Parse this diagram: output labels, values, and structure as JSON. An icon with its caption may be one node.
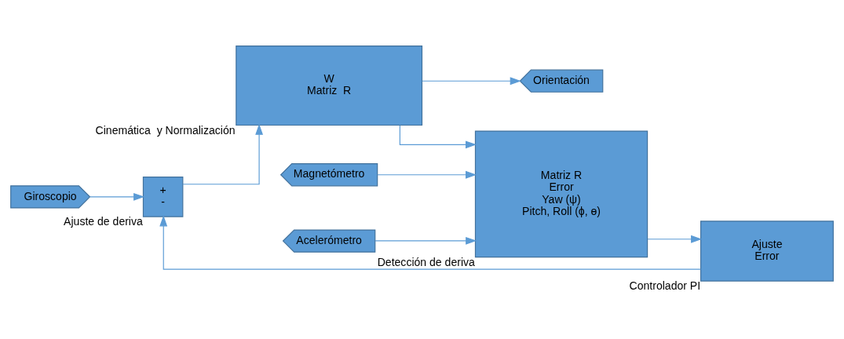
{
  "diagram": {
    "nodes": [
      {
        "text": [
          "Giroscopio"
        ]
      },
      {
        "text": [
          "+",
          "-"
        ],
        "beside": [
          "Ajuste de deriva"
        ]
      },
      {
        "text": [
          "W",
          "Matriz  R"
        ],
        "beside": [
          "Cinemática  y Normalización"
        ]
      },
      {
        "text": [
          "Orientación"
        ]
      },
      {
        "text": [
          "Matriz R",
          "Error",
          "Yaw (ψ)",
          "Pitch, Roll (ϕ, ɵ)"
        ],
        "beside": [
          "Detección de deriva"
        ]
      },
      {
        "text": [
          "Ajuste",
          "Error"
        ],
        "beside": [
          "Controlador PI"
        ]
      },
      {
        "text": [
          "Magnetómetro"
        ]
      },
      {
        "text": [
          "Acelerómetro"
        ]
      }
    ],
    "edges": [
      {
        "from": 0,
        "to": 1,
        "arrow": "to"
      },
      {
        "from": 5,
        "to": 1,
        "arrow": "to"
      },
      {
        "from": 1,
        "to": 2,
        "arrow": "to"
      },
      {
        "from": 2,
        "to": 3,
        "arrow": "to"
      },
      {
        "from": 2,
        "to": 4,
        "arrow": "to"
      },
      {
        "from": 6,
        "to": 4,
        "arrow": "to"
      },
      {
        "from": 7,
        "to": 4,
        "arrow": "to"
      },
      {
        "from": 4,
        "to": 5,
        "arrow": "to"
      }
    ]
  }
}
